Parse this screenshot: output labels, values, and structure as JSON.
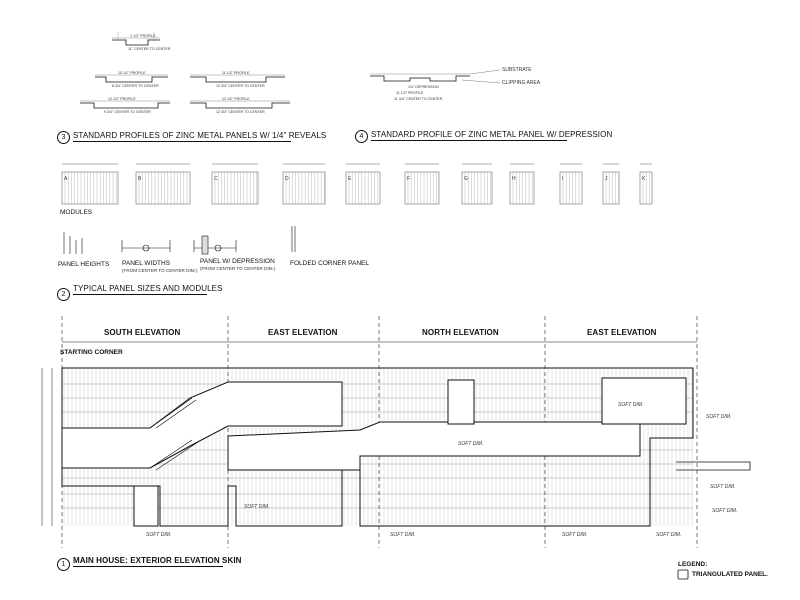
{
  "detail3": {
    "number": "3",
    "title": "STANDARD PROFILES OF ZINC METAL PANELS W/ 1/4\" REVEALS",
    "profile_labels": [
      "1 1/2\" PROFILE",
      "10 1/2\" PROFILE",
      "11 1/2\" PROFILE",
      "12 1/2\" PROFILE",
      "13 1/2\" PROFILE"
    ],
    "center_labels": [
      "11\" CENTER TO CENTER",
      "8 3/4\" CENTER TO CENTER",
      "13 3/4\" CENTER TO CENTER",
      "9 3/4\" CENTER TO CENTER",
      "12 3/4\" CENTER TO CENTER"
    ]
  },
  "detail4": {
    "number": "4",
    "title": "STANDARD PROFILE OF ZINC METAL PANEL W/ DEPRESSION",
    "substrate_label": "SUBSTRATE",
    "clipping_label": "CLIPPING AREA",
    "depression_label": "1/4\" DEPRESSION",
    "profile_label": "11 1/2\" PROFILE",
    "center_label": "11 3/4\" CENTER TO CENTER"
  },
  "detail2": {
    "number": "2",
    "title": "TYPICAL PANEL SIZES AND MODULES",
    "modules_label": "MODULES",
    "module_letters": [
      "A",
      "B",
      "C",
      "D",
      "E",
      "F",
      "G",
      "H",
      "I",
      "J",
      "K"
    ],
    "panel_heights_label": "PANEL HEIGHTS",
    "panel_widths_label": "PANEL WIDTHS",
    "panel_widths_note": "(FROM CENTER TO CENTER DIM.)",
    "panel_depression_label": "PANEL W/ DEPRESSION",
    "panel_depression_note": "(FROM CENTER TO CENTER DIM.)",
    "folded_corner_label": "FOLDED CORNER PANEL"
  },
  "detail1": {
    "number": "1",
    "title": "MAIN HOUSE: EXTERIOR ELEVATION SKIN",
    "elevations": [
      "SOUTH ELEVATION",
      "EAST ELEVATION",
      "NORTH ELEVATION",
      "EAST ELEVATION"
    ],
    "starting_corner": "STARTING CORNER",
    "soft_dim": "SOFT DIM."
  },
  "legend": {
    "title": "LEGEND:",
    "triangulated": "TRIANGULATED PANEL."
  }
}
